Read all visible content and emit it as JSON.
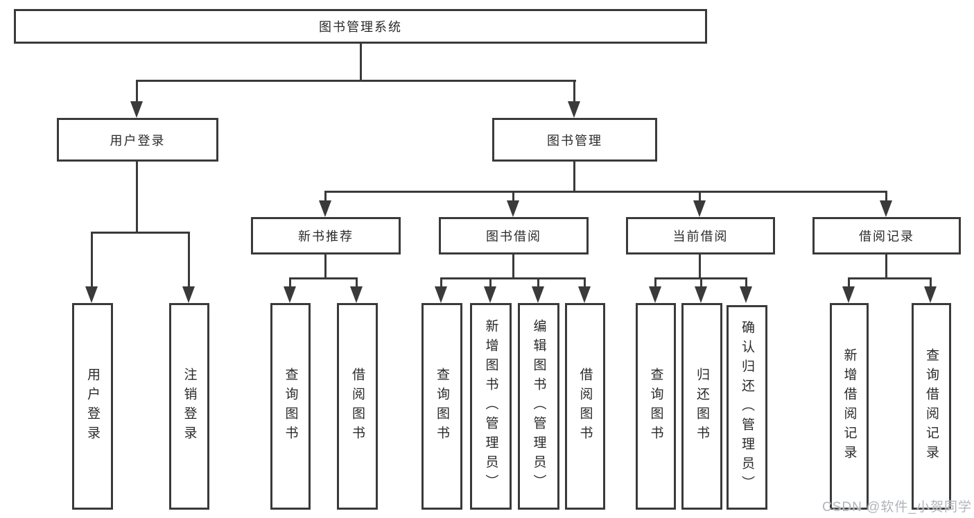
{
  "tree": {
    "root": "图书管理系统",
    "children": [
      {
        "label": "用户登录",
        "children": [
          {
            "label": "用户登录"
          },
          {
            "label": "注销登录"
          }
        ]
      },
      {
        "label": "图书管理",
        "children": [
          {
            "label": "新书推荐",
            "children": [
              {
                "label": "查询图书"
              },
              {
                "label": "借阅图书"
              }
            ]
          },
          {
            "label": "图书借阅",
            "children": [
              {
                "label": "查询图书"
              },
              {
                "label": "新增图书（管理员）"
              },
              {
                "label": "编辑图书（管理员）"
              },
              {
                "label": "借阅图书"
              }
            ]
          },
          {
            "label": "当前借阅",
            "children": [
              {
                "label": "查询图书"
              },
              {
                "label": "归还图书"
              },
              {
                "label": "确认归还（管理员）"
              }
            ]
          },
          {
            "label": "借阅记录",
            "children": [
              {
                "label": "新增借阅记录"
              },
              {
                "label": "查询借阅记录"
              }
            ]
          }
        ]
      }
    ]
  },
  "watermark": {
    "text": "CSDN @软件_小贺同学"
  },
  "colors": {
    "line": "#3a3a3a",
    "box_background": "#ffffff",
    "text": "#2a2a2a",
    "watermark": "#b0b4ba"
  }
}
